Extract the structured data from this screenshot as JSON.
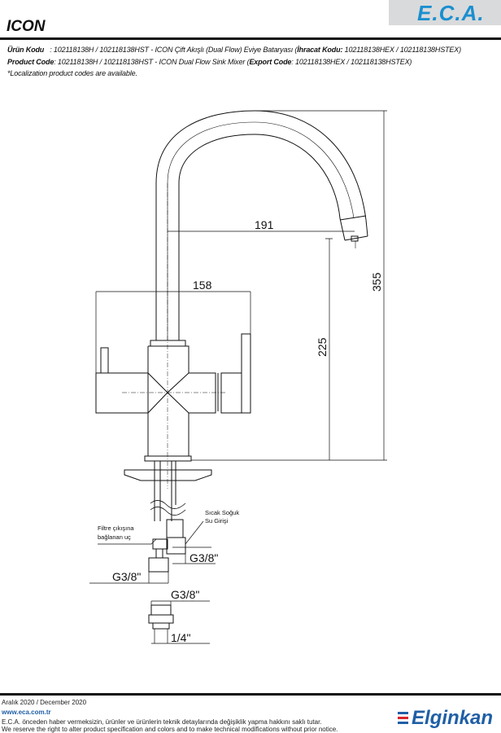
{
  "header": {
    "logo": "E.C.A.",
    "title": "ICON",
    "urun_kodu_label": "Ürün Kodu",
    "urun_kodu_value": "   : 102118138H / 102118138HST - ICON Çift Akışlı (Dual Flow) Eviye Bataryası (",
    "ihracat_label": "İhracat Kodu:",
    "ihracat_value": " 102118138HEX / 102118138HSTEX)",
    "product_code_label": "Product Code",
    "product_code_value": ": 102118138H / 102118138HST - ICON Dual Flow Sink Mixer (",
    "export_label": "Export Code",
    "export_value": ": 102118138HEX / 102118138HSTEX)",
    "note": "*Localization product codes are available."
  },
  "drawing": {
    "dim_height_total": "355",
    "dim_height_spout": "225",
    "dim_reach": "191",
    "dim_width": "158",
    "label_filter_1": "Filtre çıkışına",
    "label_filter_2": "bağlanan uç",
    "label_inlet_1": "Sıcak Soğuk",
    "label_inlet_2": "Su Girişi",
    "thread_inlet": "G3/8\"",
    "thread_filter": "G3/8\"",
    "thread_adapter_top": "G3/8\"",
    "thread_adapter_bottom": "1/4\""
  },
  "footer": {
    "date": "Aralık 2020 / December 2020",
    "website": "www.eca.com.tr",
    "disclaimer_tr": "E.C.A. önceden haber vermeksizin, ürünler ve ürünlerin teknik detaylarında değişiklik yapma hakkını saklı tutar.",
    "disclaimer_en": "We reserve the right to alter product specification and colors and to make technical modifications without prior notice.",
    "brand": "Elginkan"
  }
}
